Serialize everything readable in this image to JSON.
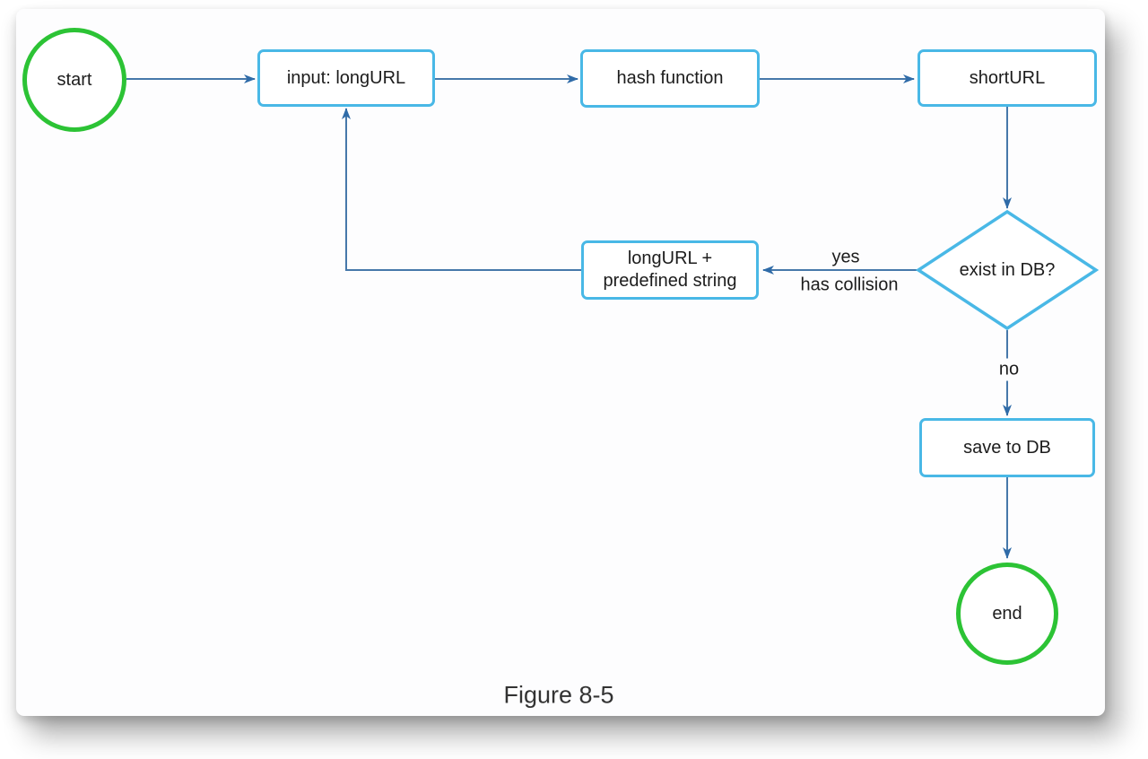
{
  "figure_caption": "Figure 8-5",
  "colors": {
    "box_border": "#49b8e6",
    "terminal_border": "#2cc335",
    "edge_line": "#4678aa",
    "edge_arrowhead": "#2f6ba8",
    "node_text": "#1c1c1c",
    "caption_text": "#333333",
    "node_fill": "#ffffff",
    "canvas_bg": "#fdfdfe"
  },
  "nodes": {
    "start": {
      "label": "start",
      "shape": "circle"
    },
    "input": {
      "label": "input: longURL",
      "shape": "rect"
    },
    "hash": {
      "label": "hash function",
      "shape": "rect"
    },
    "shorturl": {
      "label": "shortURL",
      "shape": "rect"
    },
    "exist_db": {
      "label": "exist in DB?",
      "shape": "diamond"
    },
    "collision": {
      "label": "longURL +\npredefined string",
      "shape": "rect"
    },
    "save_db": {
      "label": "save to DB",
      "shape": "rect"
    },
    "end": {
      "label": "end",
      "shape": "circle"
    }
  },
  "edge_labels": {
    "yes": "yes",
    "has_collision": "has collision",
    "no": "no"
  },
  "connections": [
    {
      "from": "start",
      "to": "input"
    },
    {
      "from": "input",
      "to": "hash"
    },
    {
      "from": "hash",
      "to": "shorturl"
    },
    {
      "from": "shorturl",
      "to": "exist_db"
    },
    {
      "from": "exist_db",
      "to": "collision",
      "label": "yes / has collision"
    },
    {
      "from": "collision",
      "to": "input"
    },
    {
      "from": "exist_db",
      "to": "save_db",
      "label": "no"
    },
    {
      "from": "save_db",
      "to": "end"
    }
  ]
}
